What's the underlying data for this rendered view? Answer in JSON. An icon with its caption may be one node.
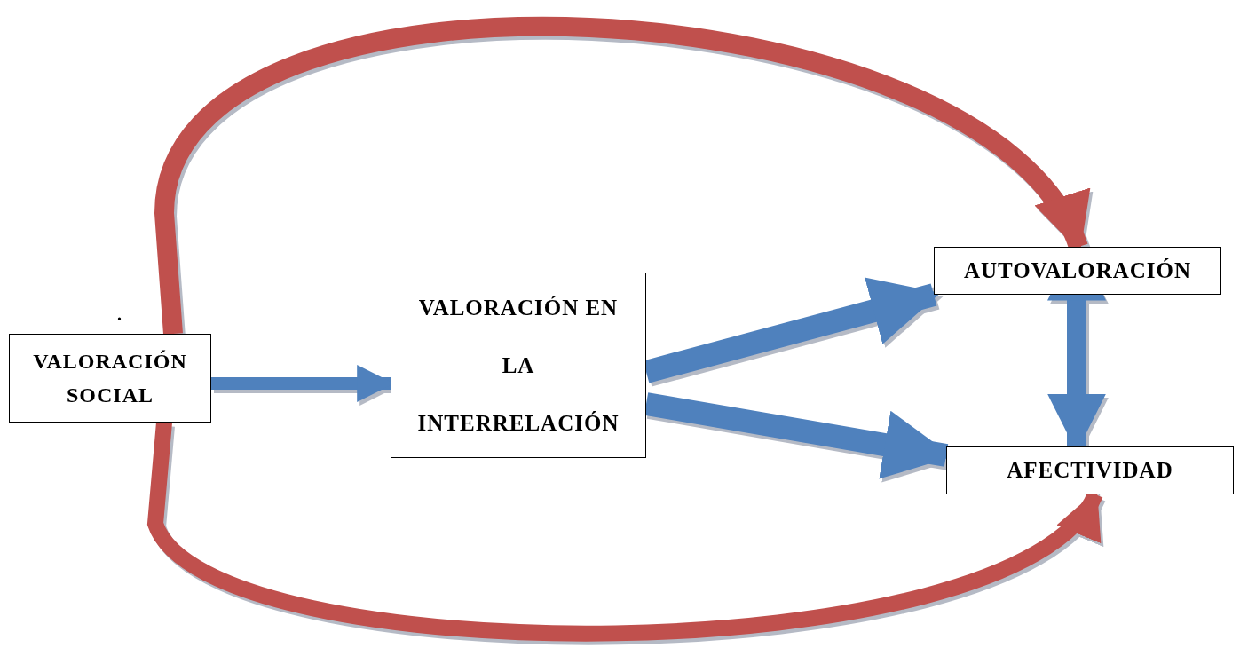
{
  "diagram": {
    "nodes": [
      {
        "text": [
          "VALORACIÓN SOCIAL"
        ]
      },
      {
        "text": [
          "VALORACIÓN EN LA INTERRELACIÓN"
        ]
      },
      {
        "text": [
          "AUTOVALORACIÓN"
        ]
      },
      {
        "text": [
          "AFECTIVIDAD"
        ]
      }
    ],
    "edges": [
      {
        "from": 0,
        "to": 1,
        "arrow": "to"
      },
      {
        "from": 1,
        "to": 2,
        "arrow": "to"
      },
      {
        "from": 1,
        "to": 3,
        "arrow": "to"
      },
      {
        "from": 2,
        "to": 3,
        "arrow": "both"
      },
      {
        "from": 0,
        "to": 2,
        "arrow": "to",
        "color": "#c0504d"
      },
      {
        "from": 0,
        "to": 3,
        "arrow": "to",
        "color": "#c0504d"
      }
    ],
    "labels": [
      "."
    ]
  }
}
